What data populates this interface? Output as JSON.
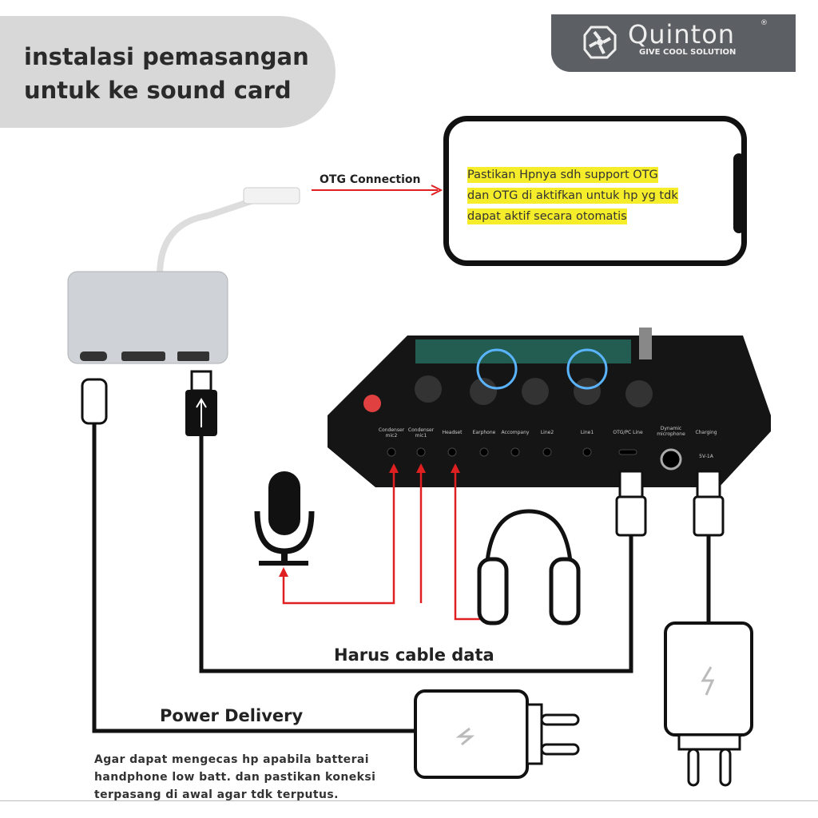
{
  "title": {
    "line1": "instalasi pemasangan",
    "line2": "untuk ke sound card"
  },
  "logo": {
    "brand": "Quinton",
    "registered": "®",
    "tagline": "GIVE COOL SOLUTION"
  },
  "phone_note": {
    "line1": "Pastikan Hpnya sdh support OTG",
    "line2": "dan OTG di aktifkan untuk hp yg tdk",
    "line3": "dapat aktif secara otomatis"
  },
  "labels": {
    "otg": "OTG Connection",
    "data_cable": "Harus cable data",
    "power": "Power Delivery"
  },
  "power_note": {
    "line1": "Agar dapat mengecas hp apabila batterai",
    "line2": "handphone low batt. dan pastikan koneksi",
    "line3": "terpasang di awal agar tdk terputus."
  },
  "ports": [
    "Condenser mic2",
    "Condenser mic1",
    "Headset",
    "Earphone",
    "Accompany",
    "Line2",
    "Line1",
    "OTG/PC Line",
    "Dynamic microphone",
    "Charging"
  ],
  "charging_spec": "5V-1A",
  "colors": {
    "arrow": "#e02020",
    "highlight": "#f5ec2a",
    "logo_bg": "#5c6064"
  }
}
